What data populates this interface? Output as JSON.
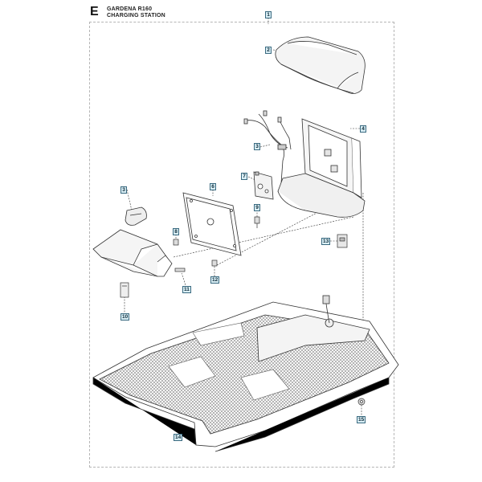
{
  "header": {
    "section_letter": "E",
    "model": "GARDENA R160",
    "subtitle": "CHARGING STATION"
  },
  "callouts": [
    {
      "id": "c1",
      "label": "1"
    },
    {
      "id": "c2",
      "label": "2"
    },
    {
      "id": "c3a",
      "label": "3"
    },
    {
      "id": "c4",
      "label": "4"
    },
    {
      "id": "c7",
      "label": "7"
    },
    {
      "id": "c3b",
      "label": "3"
    },
    {
      "id": "c6",
      "label": "6"
    },
    {
      "id": "c9",
      "label": "9"
    },
    {
      "id": "c8",
      "label": "8"
    },
    {
      "id": "c13",
      "label": "13"
    },
    {
      "id": "c12",
      "label": "12"
    },
    {
      "id": "c11",
      "label": "11"
    },
    {
      "id": "c10",
      "label": "10"
    },
    {
      "id": "c15",
      "label": "15"
    },
    {
      "id": "c14",
      "label": "14"
    }
  ],
  "colors": {
    "callout_fill": "#d9eef5",
    "callout_border": "#3a6a80",
    "line": "#333333"
  }
}
